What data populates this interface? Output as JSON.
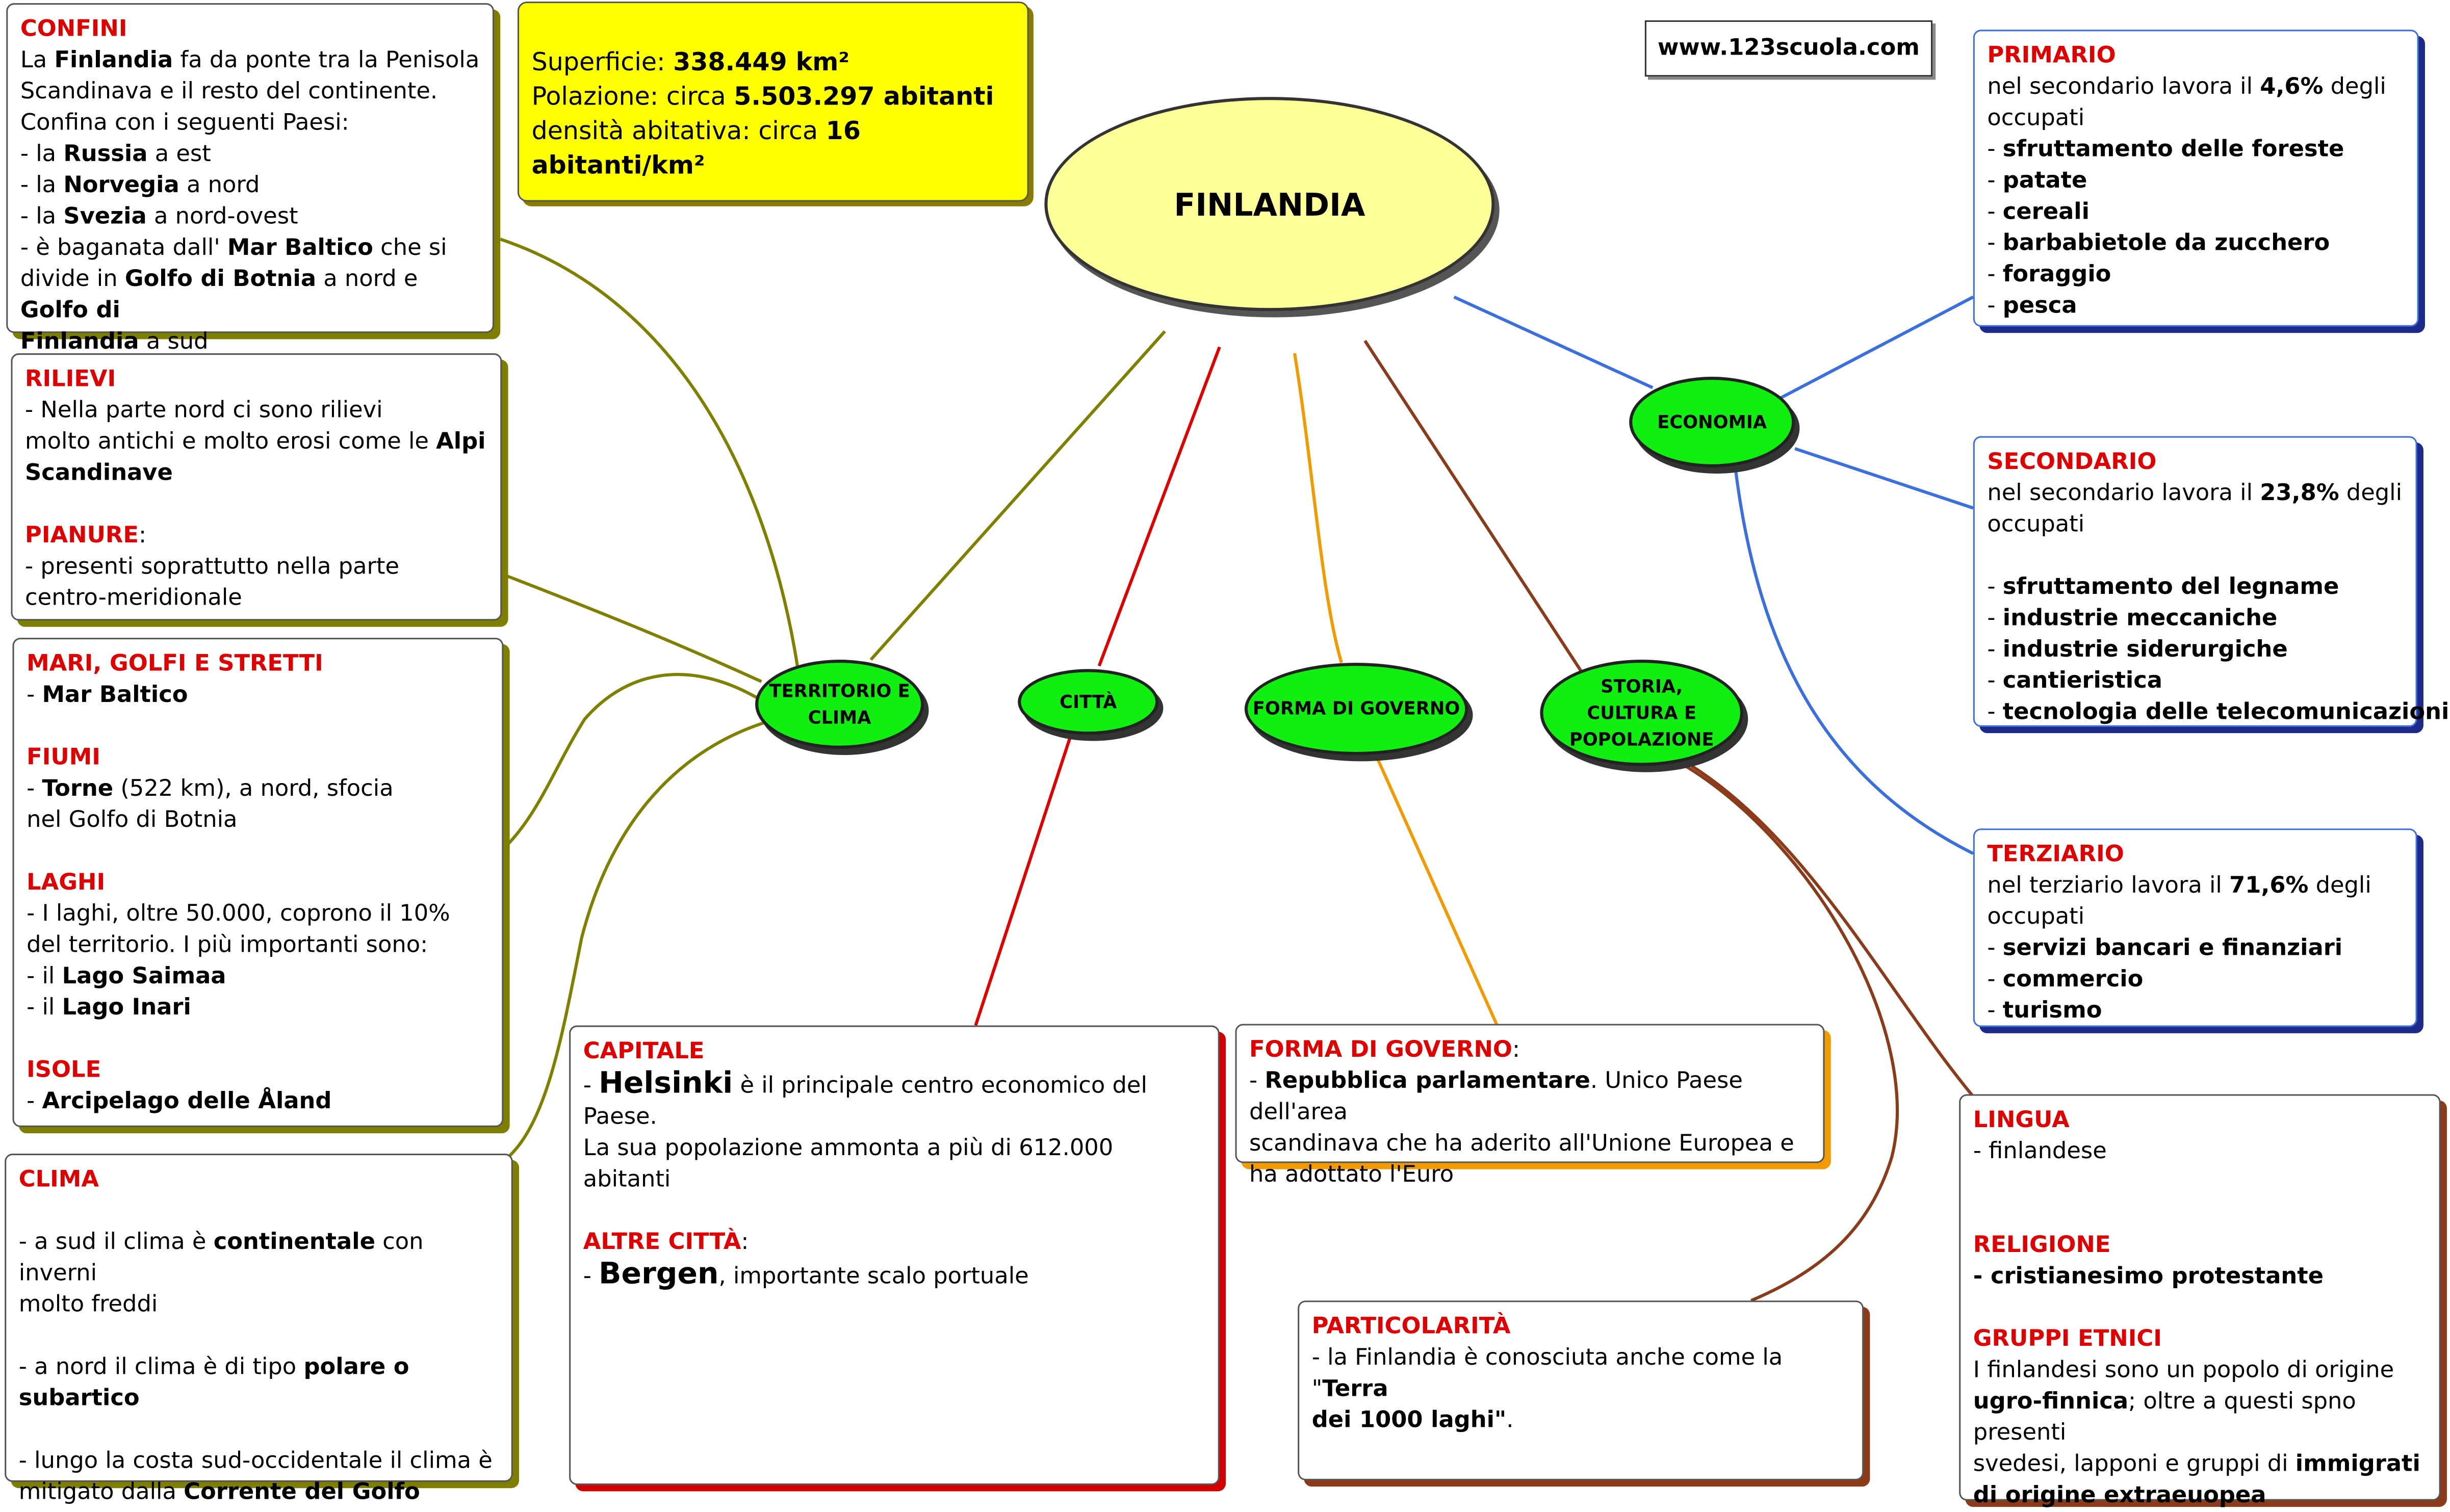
{
  "title": "FINLANDIA",
  "site": "www.123scuola.com",
  "info": {
    "superficie_label": "Superficie: ",
    "superficie_value": "338.449 km²",
    "popolazione_label": "Polazione: circa ",
    "popolazione_value": "5.503.297 abitanti",
    "densita_label": "densità abitativa: circa ",
    "densita_value": "16 abitanti/km²"
  },
  "nodes": {
    "territorio": "TERRITORIO E CLIMA",
    "citta": "CITTÀ",
    "governo": "FORMA DI GOVERNO",
    "storia": "STORIA, CULTURA E POPOLAZIONE",
    "economia": "ECONOMIA"
  },
  "confini": {
    "heading": "CONFINI",
    "l1a": "La ",
    "l1b": "Finlandia",
    "l1c": " fa da ponte tra la  Penisola",
    "l2": "Scandinava e il resto del continente.",
    "l3": "Confina con i seguenti Paesi:",
    "l4a": "- la ",
    "l4b": "Russia",
    "l4c": " a est",
    "l5a": "- la ",
    "l5b": "Norvegia",
    "l5c": " a nord",
    "l6a": "- la ",
    "l6b": "Svezia",
    "l6c": " a nord-ovest",
    "l7a": "- è baganata dall' ",
    "l7b": "Mar Baltico",
    "l7c": " che si",
    "l8a": "divide in ",
    "l8b": "Golfo di Botnia",
    "l8c": " a nord e ",
    "l8d": "Golfo di",
    "l9a": "Finlandia",
    "l9b": " a sud"
  },
  "rilievi": {
    "heading": "RILIEVI",
    "l1": "- Nella parte nord ci sono rilievi",
    "l2a": "molto antichi e molto erosi come le ",
    "l2b": "Alpi",
    "l3": "Scandinave",
    "heading2": "PIANURE",
    "colon": ":",
    "l4": "- presenti soprattutto nella parte",
    "l5": "centro-meridionale"
  },
  "mari": {
    "heading": "MARI, GOLFI E STRETTI",
    "l1a": " - ",
    "l1b": "Mar Baltico",
    "fiumi_heading": "FIUMI",
    "f1a": "-  ",
    "f1b": "Torne",
    "f1c": " (522 km), a nord, sfocia",
    "f2": "nel Golfo di Botnia",
    "laghi_heading": "LAGHI",
    "g1": "- I laghi, oltre 50.000, coprono il 10%",
    "g2": "del territorio. I più importanti sono:",
    "g3a": "- il ",
    "g3b": "Lago Saimaa",
    "g4a": "- il ",
    "g4b": "Lago Inari",
    "isole_heading": "ISOLE",
    "i1a": "-  ",
    "i1b": "Arcipelago delle Åland"
  },
  "clima": {
    "heading": "CLIMA",
    "l1a": "- a sud il clima è ",
    "l1b": "continentale",
    "l1c": " con inverni",
    "l2": "molto freddi",
    "l3a": "- a nord il clima è di tipo ",
    "l3b": "polare o subartico",
    "l4": "- lungo la costa sud-occidentale il clima è",
    "l5a": "mitigato dalla ",
    "l5b": "Corrente del Golfo"
  },
  "capitale": {
    "heading": "CAPITALE",
    "l1a": "- ",
    "l1b": "Helsinki",
    "l1c": " è il principale centro economico del Paese.",
    "l2": "La sua popolazione ammonta a più di 612.000",
    "l3": "abitanti",
    "heading2": "ALTRE CITTÀ",
    "colon": ":",
    "l4a": "- ",
    "l4b": "Bergen",
    "l4c": ", importante scalo portuale"
  },
  "governo_box": {
    "heading": "FORMA DI GOVERNO",
    "colon": ":",
    "l1a": "- ",
    "l1b": "Repubblica parlamentare",
    "l1c": ". Unico Paese dell'area",
    "l2": "scandinava che ha aderito all'Unione Europea e",
    "l3": "ha adottato l'Euro"
  },
  "particolarita": {
    "heading": "PARTICOLARITÀ",
    "l1a": "- la Finlandia è conosciuta anche come la \"",
    "l1b": "Terra",
    "l2a": "dei 1000 laghi\"",
    "l2b": "."
  },
  "lingua": {
    "heading": "LINGUA",
    "l1": "- finlandese",
    "religione_heading": "RELIGIONE",
    "r1": "- cristianesimo protestante",
    "gruppi_heading": "GRUPPI ETNICI",
    "g1": "I finlandesi sono un popolo di origine",
    "g2a": "ugro-finnica",
    "g2b": "; oltre a questi spno presenti",
    "g3a": "svedesi, lapponi e gruppi di ",
    "g3b": "immigrati",
    "g4": "di origine extraeuopea"
  },
  "primario": {
    "heading": "PRIMARIO",
    "l1a": "nel secondario lavora il ",
    "l1b": "4,6%",
    "l1c": " degli",
    "l2": "occupati",
    "items": [
      "sfruttamento delle foreste",
      "patate",
      "cereali",
      "barbabietole da zucchero",
      "foraggio",
      "pesca"
    ],
    "dash": "- "
  },
  "secondario": {
    "heading": "SECONDARIO",
    "l1a": "nel secondario lavora il ",
    "l1b": "23,8%",
    "l1c": " degli",
    "l2": "occupati",
    "items": [
      "sfruttamento del legname",
      "industrie meccaniche",
      "industrie siderurgiche",
      "cantieristica",
      "tecnologia delle telecomunicazioni"
    ],
    "dash": "- "
  },
  "terziario": {
    "heading": "TERZIARIO",
    "l1a": "nel terziario lavora il ",
    "l1b": "71,6%",
    "l1c": " degli",
    "l2": "occupati",
    "items": [
      "servizi bancari e finanziari",
      "commercio",
      "turismo"
    ],
    "dash": "- "
  },
  "colors": {
    "olive": "#808000",
    "red": "#e00000",
    "orange": "#f39a00",
    "brown": "#8b3a1a",
    "blue": "#3b6fe0",
    "node_green": "#11ee11",
    "main_yellow": "#ffff99",
    "info_yellow": "#ffff00"
  }
}
